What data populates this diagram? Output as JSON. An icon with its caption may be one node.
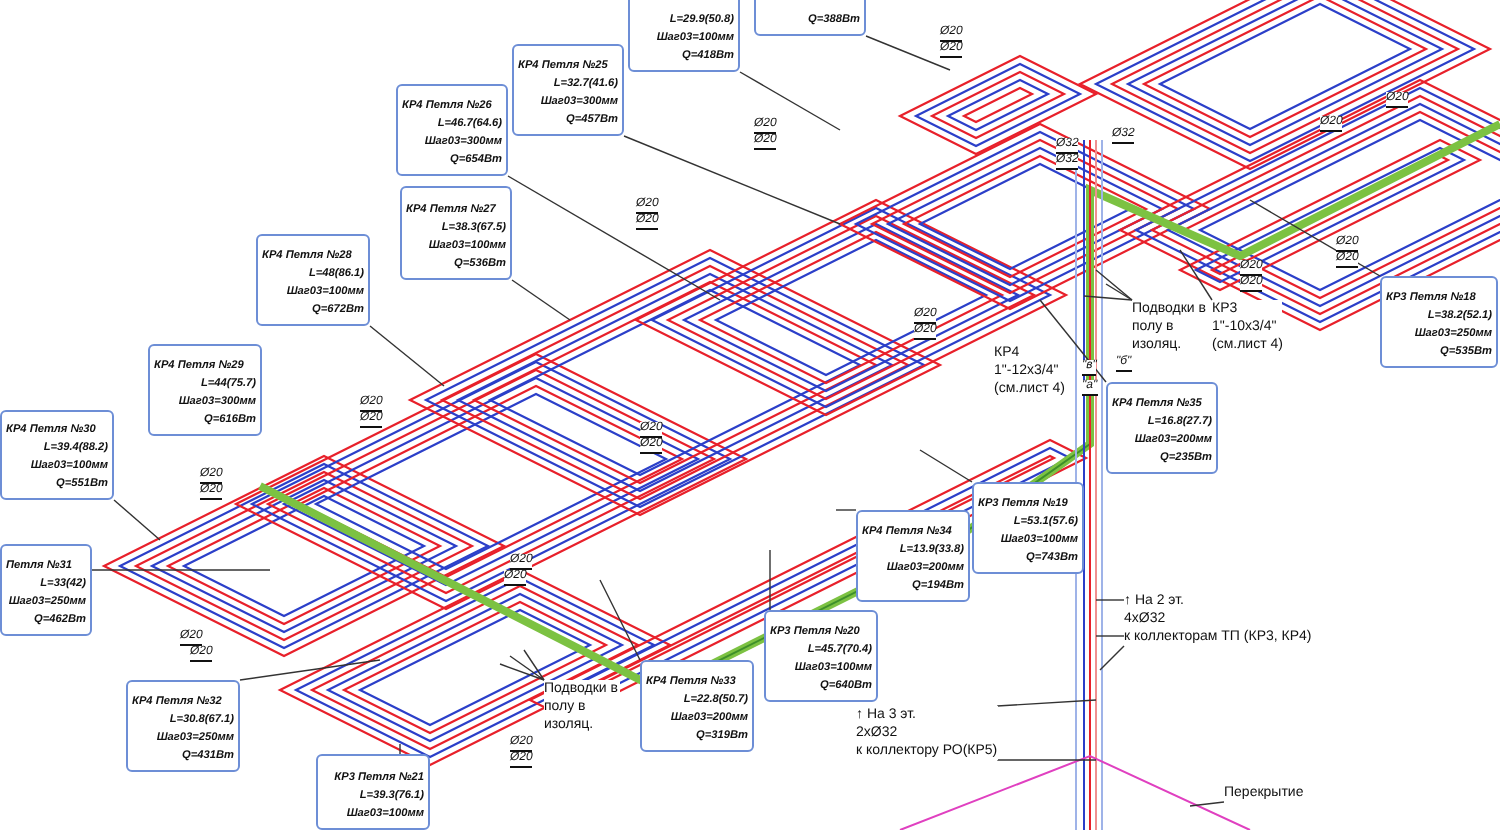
{
  "diagram": {
    "nodes": [
      {
        "text": [
          "L=29.9(50.8)",
          "Шаг03=100мм",
          "Q=418Вт"
        ]
      },
      {
        "text": [
          "Q=388Вт"
        ]
      },
      {
        "text": [
          "КР4 Петля №25",
          "L=32.7(41.6)",
          "Шаг03=300мм",
          "Q=457Вт"
        ]
      },
      {
        "text": [
          "КР4 Петля №26",
          "L=46.7(64.6)",
          "Шаг03=300мм",
          "Q=654Вт"
        ]
      },
      {
        "text": [
          "КР4 Петля №27",
          "L=38.3(67.5)",
          "Шаг03=100мм",
          "Q=536Вт"
        ]
      },
      {
        "text": [
          "КР4 Петля №28",
          "L=48(86.1)",
          "Шаг03=100мм",
          "Q=672Вт"
        ]
      },
      {
        "text": [
          "КР4 Петля №29",
          "L=44(75.7)",
          "Шаг03=300мм",
          "Q=616Вт"
        ]
      },
      {
        "text": [
          "КР4 Петля №30",
          "L=39.4(88.2)",
          "Шаг03=100мм",
          "Q=551Вт"
        ]
      },
      {
        "text": [
          "Петля №31",
          "L=33(42)",
          "Шаг03=250мм",
          "Q=462Вт"
        ]
      },
      {
        "text": [
          "КР4 Петля №32",
          "L=30.8(67.1)",
          "Шаг03=250мм",
          "Q=431Вт"
        ]
      },
      {
        "text": [
          "КР3 Петля №21",
          "L=39.3(76.1)",
          "Шаг03=100мм"
        ]
      },
      {
        "text": [
          "КР4 Петля №33",
          "L=22.8(50.7)",
          "Шаг03=200мм",
          "Q=319Вт"
        ]
      },
      {
        "text": [
          "КР3 Петля №20",
          "L=45.7(70.4)",
          "Шаг03=100мм",
          "Q=640Вт"
        ]
      },
      {
        "text": [
          "КР4 Петля №34",
          "L=13.9(33.8)",
          "Шаг03=200мм",
          "Q=194Вт"
        ]
      },
      {
        "text": [
          "КР3 Петля №19",
          "L=53.1(57.6)",
          "Шаг03=100мм",
          "Q=743Вт"
        ]
      },
      {
        "text": [
          "КР4 Петля №35",
          "L=16.8(27.7)",
          "Шаг03=200мм",
          "Q=235Вт"
        ]
      },
      {
        "text": [
          "КР3 Петля №18",
          "L=38.2(52.1)",
          "Шаг03=250мм",
          "Q=535Вт"
        ]
      },
      {
        "text": [
          "Подводки в полу в изоляц."
        ]
      },
      {
        "text": [
          "Подводки в полу в изоляц."
        ]
      },
      {
        "text": [
          "КР4",
          "1\"-12х3/4\"",
          "(см.лист 4)"
        ]
      },
      {
        "text": [
          "КР3",
          "1\"-10х3/4\"",
          "(см.лист 4)"
        ]
      },
      {
        "text": [
          "↑ На 2 эт.",
          "4хØ32",
          "к коллекторам ТП (КР3, КР4)"
        ]
      },
      {
        "text": [
          "↑ На 3 эт.",
          "2хØ32",
          "к коллектору РО(КР5)"
        ]
      },
      {
        "text": [
          "Перекрытие"
        ]
      }
    ],
    "edges": [
      {
        "from": 0,
        "to": null,
        "arrow": "none"
      },
      {
        "from": 1,
        "to": null,
        "arrow": "none"
      },
      {
        "from": 2,
        "to": null,
        "arrow": "none"
      },
      {
        "from": 3,
        "to": null,
        "arrow": "none"
      },
      {
        "from": 4,
        "to": null,
        "arrow": "none"
      },
      {
        "from": 5,
        "to": null,
        "arrow": "none"
      },
      {
        "from": 7,
        "to": null,
        "arrow": "none"
      },
      {
        "from": 8,
        "to": null,
        "arrow": "none"
      },
      {
        "from": 9,
        "to": null,
        "arrow": "none"
      },
      {
        "from": 10,
        "to": null,
        "arrow": "none"
      },
      {
        "from": 11,
        "to": null,
        "arrow": "none"
      },
      {
        "from": 12,
        "to": null,
        "arrow": "none"
      },
      {
        "from": 13,
        "to": null,
        "arrow": "none"
      },
      {
        "from": 14,
        "to": null,
        "arrow": "none"
      },
      {
        "from": 15,
        "to": null,
        "arrow": "none"
      },
      {
        "from": 16,
        "to": null,
        "arrow": "none"
      },
      {
        "from": 17,
        "to": null,
        "arrow": "none"
      },
      {
        "from": 17,
        "to": null,
        "arrow": "none"
      },
      {
        "from": 17,
        "to": null,
        "arrow": "none"
      },
      {
        "from": 18,
        "to": null,
        "arrow": "none"
      },
      {
        "from": 18,
        "to": null,
        "arrow": "none"
      },
      {
        "from": 18,
        "to": null,
        "arrow": "none"
      },
      {
        "from": 20,
        "to": null,
        "arrow": "none"
      },
      {
        "from": 21,
        "to": null,
        "arrow": "none"
      },
      {
        "from": 21,
        "to": null,
        "arrow": "none"
      },
      {
        "from": 21,
        "to": null,
        "arrow": "none"
      },
      {
        "from": 22,
        "to": null,
        "arrow": "none"
      },
      {
        "from": 22,
        "to": null,
        "arrow": "none"
      },
      {
        "from": 23,
        "to": null,
        "arrow": "none"
      }
    ],
    "labels": [
      "Ø20",
      "Ø20",
      "Ø20",
      "Ø20",
      "Ø32",
      "Ø32",
      "Ø32",
      "Ø20",
      "Ø20",
      "Ø20",
      "Ø20",
      "Ø20",
      "Ø20",
      "Ø20",
      "Ø20",
      "Ø20",
      "Ø20",
      "Ø20",
      "Ø20",
      "\"б\"",
      "\"в\"",
      "\"а\"",
      "Ø20",
      "Ø20",
      "Ø20",
      "Ø20",
      "Ø20",
      "Ø20",
      "Ø20",
      "Ø20",
      "Ø20",
      "Ø20"
    ]
  }
}
